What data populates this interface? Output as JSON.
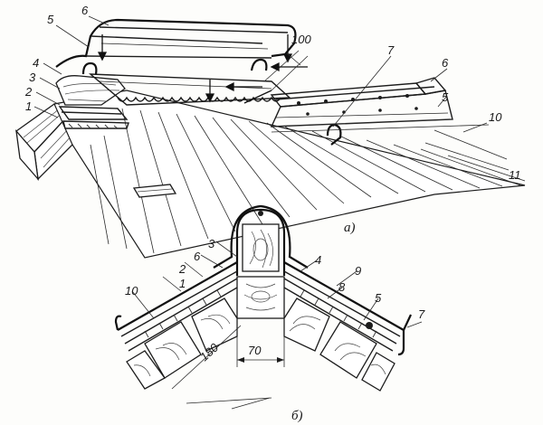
{
  "diagram": {
    "view_a": {
      "caption": "а)",
      "callouts": [
        "1",
        "2",
        "3",
        "4",
        "5",
        "6",
        "5",
        "6",
        "7",
        "10",
        "11"
      ],
      "dimension": "100"
    },
    "view_b": {
      "caption": "б)",
      "callouts": [
        "1",
        "2",
        "3",
        "4",
        "5",
        "6",
        "7",
        "8",
        "9",
        "10"
      ],
      "dimensions": [
        "180",
        "70"
      ]
    }
  }
}
